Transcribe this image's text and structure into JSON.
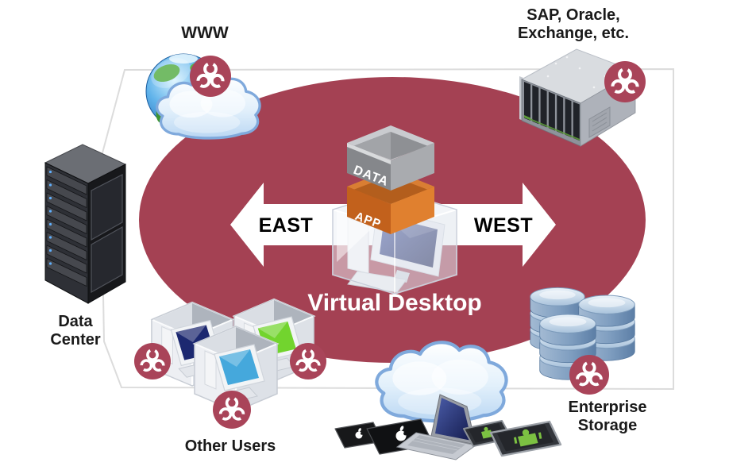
{
  "diagram": {
    "center": {
      "title": "Virtual Desktop",
      "east_label": "EAST",
      "west_label": "WEST",
      "stack": {
        "data_label": "DATA",
        "app_label": "APP"
      }
    },
    "nodes": {
      "www": {
        "label": "WWW",
        "icons": [
          "globe-icon",
          "cloud-icon",
          "biohazard-icon"
        ]
      },
      "enterprise_apps": {
        "label_line1": "SAP, Oracle,",
        "label_line2": "Exchange, etc.",
        "icons": [
          "blade-server-icon",
          "biohazard-icon"
        ]
      },
      "data_center": {
        "label_line1": "Data",
        "label_line2": "Center",
        "icons": [
          "server-rack-icon"
        ]
      },
      "other_users": {
        "label": "Other Users",
        "icons": [
          "desktop-cube-icon",
          "desktop-cube-icon",
          "desktop-cube-icon",
          "biohazard-icon",
          "biohazard-icon",
          "biohazard-icon"
        ]
      },
      "enterprise_storage": {
        "label_line1": "Enterprise",
        "label_line2": "Storage",
        "icons": [
          "database-stack-icon",
          "database-stack-icon",
          "database-stack-icon",
          "biohazard-icon"
        ]
      },
      "client_devices": {
        "icons": [
          "cloud-icon",
          "apple-tablet-icon",
          "apple-tablet-icon",
          "laptop-icon",
          "android-tablet-icon",
          "android-tablet-icon"
        ]
      }
    },
    "colors": {
      "ellipse": "#A44153",
      "biohazard": "#A94459",
      "arrow": "#FFFFFF",
      "boundary": "#DCDCDC",
      "label_text": "#1A1A1A",
      "app_orange": "#C2611C",
      "app_orange_light": "#E0802F",
      "data_gray": "#85878B",
      "screen_navy": "#1B2455",
      "users_screen_navy": "#1C2870",
      "users_screen_green": "#72D42E",
      "users_screen_blue": "#45A8DC",
      "storage_blue": "#6185AC",
      "cloud_blue": "#C3DDF5",
      "android_green": "#7CC142"
    }
  }
}
